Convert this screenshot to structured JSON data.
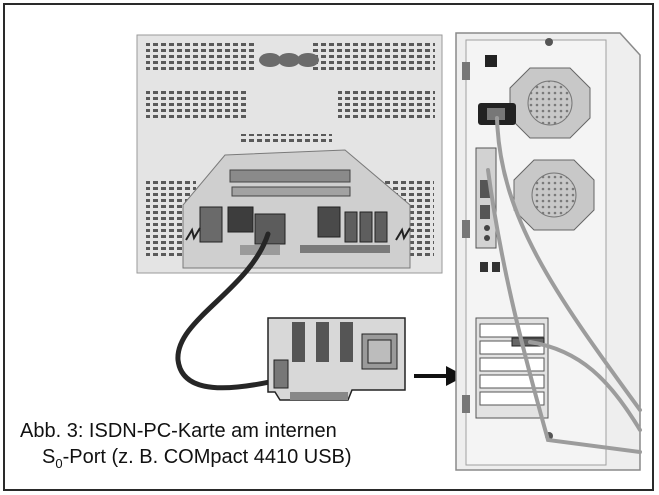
{
  "caption": {
    "line1": "Abb. 3: ISDN-PC-Karte am internen",
    "line2_prefix": "S",
    "line2_sub": "0",
    "line2_rest": "-Port (z. B. COMpact 4410 USB)"
  },
  "colors": {
    "frame": "#2a2a2a",
    "panel": "#e2e2e2",
    "tower": "#efefef",
    "cable": "#9c9c9c",
    "cable_dark": "#262626"
  },
  "icons": {
    "fan": "fan-grille-icon",
    "power": "power-socket-icon",
    "arrow": "arrow-right-icon"
  }
}
